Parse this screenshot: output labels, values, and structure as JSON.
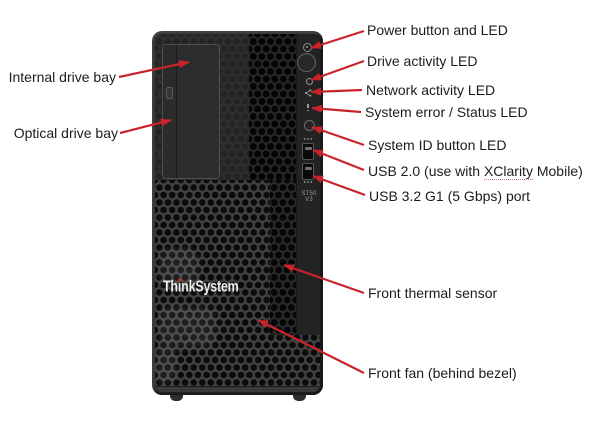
{
  "figure": {
    "type": "hardware-callout-diagram",
    "subject": "Tower server front view",
    "background": "#ffffff"
  },
  "device": {
    "model_label": "ST50 V3",
    "logo": {
      "full_text": "ThinkSystem",
      "pre": "Th",
      "i_dotless": "ı",
      "post": "nkSystem"
    },
    "panel_icons": [
      "power-led",
      "power-button",
      "drive-activity-led",
      "network-activity-led",
      "system-error-led",
      "system-id-button",
      "usb2-port",
      "usb3-port"
    ]
  },
  "colors": {
    "callout_arrow": "#c9242b",
    "logo_dot": "#e1251b",
    "label_text": "#1c1c1c",
    "bezel_dark": "#2f2f2f",
    "mesh_web": "#414141",
    "mesh_hole": "#0b0b0b"
  },
  "callouts_left": [
    {
      "label": "Internal drive bay"
    },
    {
      "label": "Optical drive bay"
    }
  ],
  "callouts_right": [
    {
      "label": "Power button and LED"
    },
    {
      "label": "Drive activity LED"
    },
    {
      "label": "Network activity LED"
    },
    {
      "label": "System error / Status LED"
    },
    {
      "label": "System ID button LED"
    },
    {
      "label_pre": "USB 2.0 (use with ",
      "label_flagged": "XClarity",
      "label_post": " Mobile)"
    },
    {
      "label": "USB 3.2 G1 (5 Gbps) port"
    },
    {
      "label": "Front thermal sensor"
    },
    {
      "label": "Front fan (behind bezel)"
    }
  ]
}
